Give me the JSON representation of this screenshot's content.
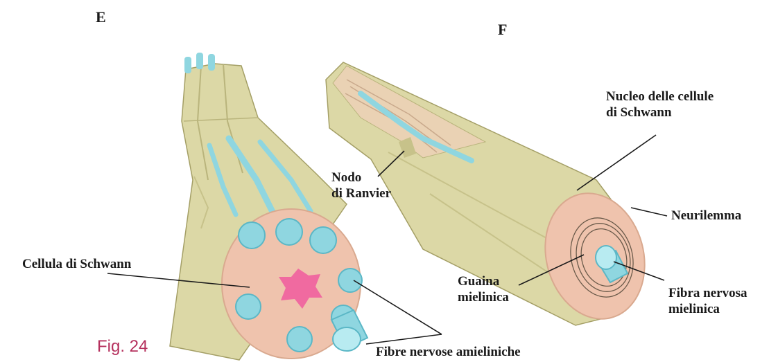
{
  "panels": {
    "left": "E",
    "right": "F"
  },
  "figure_label": "Fig. 24",
  "labels": {
    "nucleo_line1": "Nucleo delle cellule",
    "nucleo_line2": "di Schwann",
    "nodo_line1": "Nodo",
    "nodo_line2": "di Ranvier",
    "neurilemma": "Neurilemma",
    "cellula": "Cellula di Schwann",
    "guaina_line1": "Guaina",
    "guaina_line2": "mielinica",
    "fibra_line1": "Fibra nervosa",
    "fibra_line2": "mielinica",
    "fibre_amieliniche": "Fibre nervose amieliniche"
  },
  "colors": {
    "sheath": "#dcd8a6",
    "sheath_dark": "#b9b47c",
    "cross_section": "#efc3ad",
    "axon": "#8fd6e0",
    "nucleus": "#f06aa0",
    "figure_label": "#b5305d"
  }
}
